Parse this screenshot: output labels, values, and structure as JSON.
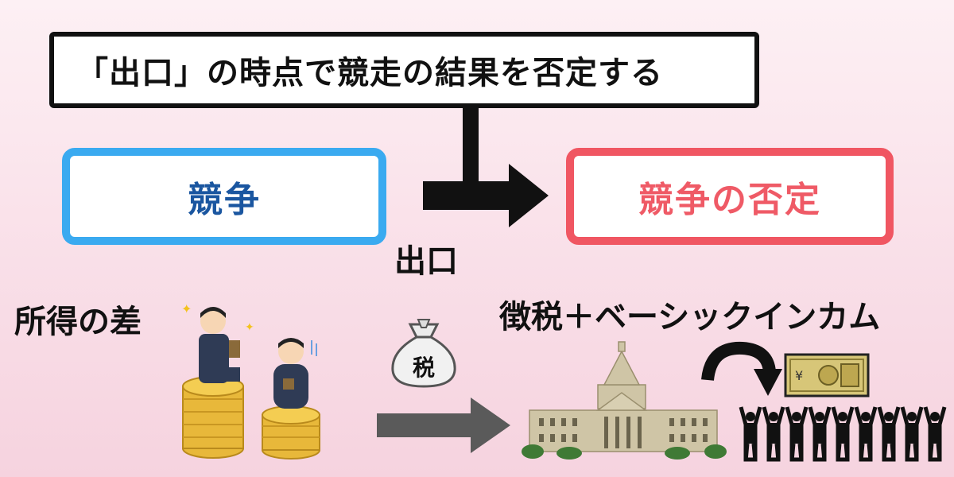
{
  "headline": "「出口」の時点で競走の結果を否定する",
  "left_box": {
    "label": "競争",
    "border_color": "#3aaaf0",
    "text_color": "#1a56a0"
  },
  "right_box": {
    "label": "競争の否定",
    "border_color": "#f05662",
    "text_color": "#ef5a66"
  },
  "arrow_label": "出口",
  "income_gap_label": "所得の差",
  "policy_label": "徴税＋ベーシックインカム",
  "tax_bag_label": "税",
  "banknote_symbol": "¥",
  "icons": [
    "rich-man-on-coins-icon",
    "poor-man-on-coins-icon",
    "tax-money-bag-icon",
    "national-diet-building-icon",
    "curved-arrow-icon",
    "banknote-icon",
    "people-crowd-icon"
  ]
}
